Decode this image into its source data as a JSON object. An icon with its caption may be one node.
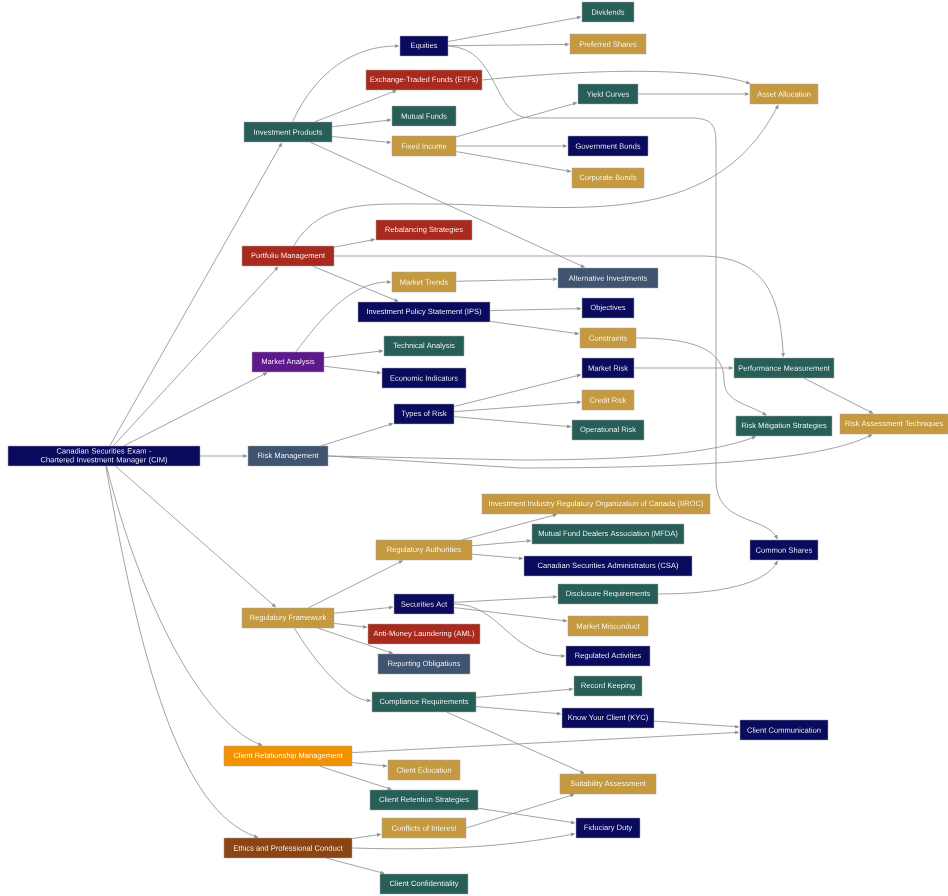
{
  "diagram": {
    "nodes": [
      {
        "text": [
          "Canadian Securities Exam - Chartered Investment Manager (CIM)"
        ]
      },
      {
        "text": [
          "Investment Products"
        ]
      },
      {
        "text": [
          "Equities"
        ]
      },
      {
        "text": [
          "Dividends"
        ]
      },
      {
        "text": [
          "Preferred Shares"
        ]
      },
      {
        "text": [
          "Common Shares"
        ]
      },
      {
        "text": [
          "Exchange-Traded Funds (ETFs)"
        ]
      },
      {
        "text": [
          "Mutual Funds"
        ]
      },
      {
        "text": [
          "Fixed Income"
        ]
      },
      {
        "text": [
          "Government Bonds"
        ]
      },
      {
        "text": [
          "Corporate Bonds"
        ]
      },
      {
        "text": [
          "Yield Curves"
        ]
      },
      {
        "text": [
          "Alternative Investments"
        ]
      },
      {
        "text": [
          "Portfolio Management"
        ]
      },
      {
        "text": [
          "Asset Allocation"
        ]
      },
      {
        "text": [
          "Rebalancing Strategies"
        ]
      },
      {
        "text": [
          "Performance Measurement"
        ]
      },
      {
        "text": [
          "Investment Policy Statement (IPS)"
        ]
      },
      {
        "text": [
          "Objectives"
        ]
      },
      {
        "text": [
          "Constraints"
        ]
      },
      {
        "text": [
          "Market Analysis"
        ]
      },
      {
        "text": [
          "Market Trends"
        ]
      },
      {
        "text": [
          "Technical Analysis"
        ]
      },
      {
        "text": [
          "Economic Indicators"
        ]
      },
      {
        "text": [
          "Risk Management"
        ]
      },
      {
        "text": [
          "Types of Risk"
        ]
      },
      {
        "text": [
          "Market Risk"
        ]
      },
      {
        "text": [
          "Credit Risk"
        ]
      },
      {
        "text": [
          "Operational Risk"
        ]
      },
      {
        "text": [
          "Risk Assessment Techniques"
        ]
      },
      {
        "text": [
          "Risk Mitigation Strategies"
        ]
      },
      {
        "text": [
          "Regulatory Framework"
        ]
      },
      {
        "text": [
          "Regulatory Authorities"
        ]
      },
      {
        "text": [
          "Investment Industry Regulatory Organization of Canada (IIROC)"
        ]
      },
      {
        "text": [
          "Mutual Fund Dealers Association (MFDA)"
        ]
      },
      {
        "text": [
          "Canadian Securities Administrators (CSA)"
        ]
      },
      {
        "text": [
          "Securities Act"
        ]
      },
      {
        "text": [
          "Disclosure Requirements"
        ]
      },
      {
        "text": [
          "Market Misconduct"
        ]
      },
      {
        "text": [
          "Regulated Activities"
        ]
      },
      {
        "text": [
          "Anti-Money Laundering (AML)"
        ]
      },
      {
        "text": [
          "Reporting Obligations"
        ]
      },
      {
        "text": [
          "Compliance Requirements"
        ]
      },
      {
        "text": [
          "Record Keeping"
        ]
      },
      {
        "text": [
          "Know Your Client (KYC)"
        ]
      },
      {
        "text": [
          "Suitability Assessment"
        ]
      },
      {
        "text": [
          "Client Relationship Management"
        ]
      },
      {
        "text": [
          "Client Communication"
        ]
      },
      {
        "text": [
          "Client Education"
        ]
      },
      {
        "text": [
          "Client Retention Strategies"
        ]
      },
      {
        "text": [
          "Ethics and Professional Conduct"
        ]
      },
      {
        "text": [
          "Conflicts of Interest"
        ]
      },
      {
        "text": [
          "Client Confidentiality"
        ]
      },
      {
        "text": [
          "Fiduciary Duty"
        ]
      }
    ],
    "edges": [
      {
        "from": 0,
        "to": 1,
        "arrow": "to"
      },
      {
        "from": 0,
        "to": 13,
        "arrow": "to"
      },
      {
        "from": 0,
        "to": 20,
        "arrow": "to"
      },
      {
        "from": 0,
        "to": 24,
        "arrow": "to"
      },
      {
        "from": 0,
        "to": 31,
        "arrow": "to"
      },
      {
        "from": 0,
        "to": 46,
        "arrow": "to"
      },
      {
        "from": 0,
        "to": 50,
        "arrow": "to"
      },
      {
        "from": 1,
        "to": 2,
        "arrow": "to"
      },
      {
        "from": 1,
        "to": 6,
        "arrow": "to"
      },
      {
        "from": 1,
        "to": 7,
        "arrow": "to"
      },
      {
        "from": 1,
        "to": 8,
        "arrow": "to"
      },
      {
        "from": 1,
        "to": 12,
        "arrow": "to"
      },
      {
        "from": 2,
        "to": 3,
        "arrow": "to"
      },
      {
        "from": 2,
        "to": 4,
        "arrow": "to"
      },
      {
        "from": 2,
        "to": 5,
        "arrow": "to"
      },
      {
        "from": 6,
        "to": 14,
        "arrow": "to"
      },
      {
        "from": 8,
        "to": 9,
        "arrow": "to"
      },
      {
        "from": 8,
        "to": 10,
        "arrow": "to"
      },
      {
        "from": 8,
        "to": 11,
        "arrow": "to"
      },
      {
        "from": 11,
        "to": 14,
        "arrow": "to"
      },
      {
        "from": 13,
        "to": 14,
        "arrow": "to"
      },
      {
        "from": 13,
        "to": 15,
        "arrow": "to"
      },
      {
        "from": 13,
        "to": 16,
        "arrow": "to"
      },
      {
        "from": 13,
        "to": 17,
        "arrow": "to"
      },
      {
        "from": 17,
        "to": 18,
        "arrow": "to"
      },
      {
        "from": 17,
        "to": 19,
        "arrow": "to"
      },
      {
        "from": 19,
        "to": 30,
        "arrow": "to"
      },
      {
        "from": 20,
        "to": 21,
        "arrow": "to"
      },
      {
        "from": 20,
        "to": 22,
        "arrow": "to"
      },
      {
        "from": 20,
        "to": 23,
        "arrow": "to"
      },
      {
        "from": 21,
        "to": 12,
        "arrow": "to"
      },
      {
        "from": 24,
        "to": 25,
        "arrow": "to"
      },
      {
        "from": 24,
        "to": 29,
        "arrow": "to"
      },
      {
        "from": 24,
        "to": 30,
        "arrow": "to"
      },
      {
        "from": 25,
        "to": 26,
        "arrow": "to"
      },
      {
        "from": 25,
        "to": 27,
        "arrow": "to"
      },
      {
        "from": 25,
        "to": 28,
        "arrow": "to"
      },
      {
        "from": 26,
        "to": 16,
        "arrow": "to"
      },
      {
        "from": 16,
        "to": 29,
        "arrow": "to"
      },
      {
        "from": 31,
        "to": 32,
        "arrow": "to"
      },
      {
        "from": 31,
        "to": 36,
        "arrow": "to"
      },
      {
        "from": 31,
        "to": 40,
        "arrow": "to"
      },
      {
        "from": 31,
        "to": 41,
        "arrow": "to"
      },
      {
        "from": 31,
        "to": 42,
        "arrow": "to"
      },
      {
        "from": 32,
        "to": 33,
        "arrow": "to"
      },
      {
        "from": 32,
        "to": 34,
        "arrow": "to"
      },
      {
        "from": 32,
        "to": 35,
        "arrow": "to"
      },
      {
        "from": 36,
        "to": 37,
        "arrow": "to"
      },
      {
        "from": 36,
        "to": 38,
        "arrow": "to"
      },
      {
        "from": 36,
        "to": 39,
        "arrow": "to"
      },
      {
        "from": 37,
        "to": 5,
        "arrow": "to"
      },
      {
        "from": 42,
        "to": 43,
        "arrow": "to"
      },
      {
        "from": 42,
        "to": 44,
        "arrow": "to"
      },
      {
        "from": 42,
        "to": 45,
        "arrow": "to"
      },
      {
        "from": 44,
        "to": 47,
        "arrow": "to"
      },
      {
        "from": 46,
        "to": 47,
        "arrow": "to"
      },
      {
        "from": 46,
        "to": 48,
        "arrow": "to"
      },
      {
        "from": 46,
        "to": 49,
        "arrow": "to"
      },
      {
        "from": 49,
        "to": 53,
        "arrow": "to"
      },
      {
        "from": 50,
        "to": 51,
        "arrow": "to"
      },
      {
        "from": 50,
        "to": 52,
        "arrow": "to"
      },
      {
        "from": 50,
        "to": 53,
        "arrow": "to"
      },
      {
        "from": 51,
        "to": 45,
        "arrow": "to"
      }
    ]
  }
}
